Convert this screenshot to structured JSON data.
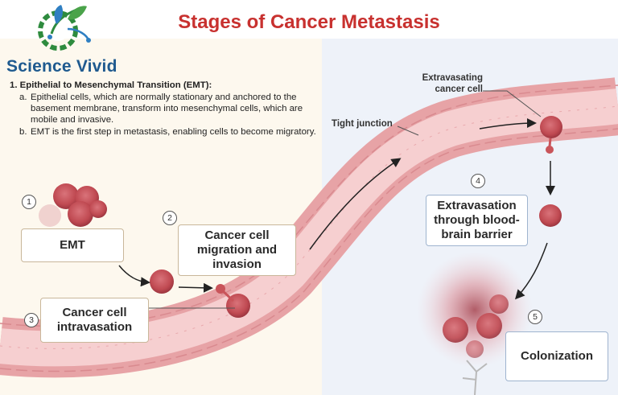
{
  "title": "Stages of Cancer Metastasis",
  "logo": {
    "text": "Science Vivid"
  },
  "description": {
    "heading_number": "1.",
    "heading": "Epithelial to Mesenchymal Transition (EMT):",
    "items": [
      {
        "marker": "a.",
        "text": "Epithelial cells, which are normally stationary and anchored to the basement membrane, transform into mesenchymal cells, which are mobile and invasive."
      },
      {
        "marker": "b.",
        "text": "EMT is the first step in metastasis, enabling cells to become migratory."
      }
    ]
  },
  "labels": {
    "tight_junction": "Tight junction",
    "extravasating": "Extravasating cancer cell"
  },
  "steps": [
    {
      "number": "1",
      "label": "EMT"
    },
    {
      "number": "2",
      "label": "Cancer cell migration and invasion"
    },
    {
      "number": "3",
      "label": "Cancer cell intravasation"
    },
    {
      "number": "4",
      "label": "Extravasation through blood-brain barrier"
    },
    {
      "number": "5",
      "label": "Colonization"
    }
  ],
  "colors": {
    "title": "#c8312f",
    "logo_text": "#1f5a8f",
    "vessel": "#f2b8b8",
    "cell": "#c9545a"
  }
}
